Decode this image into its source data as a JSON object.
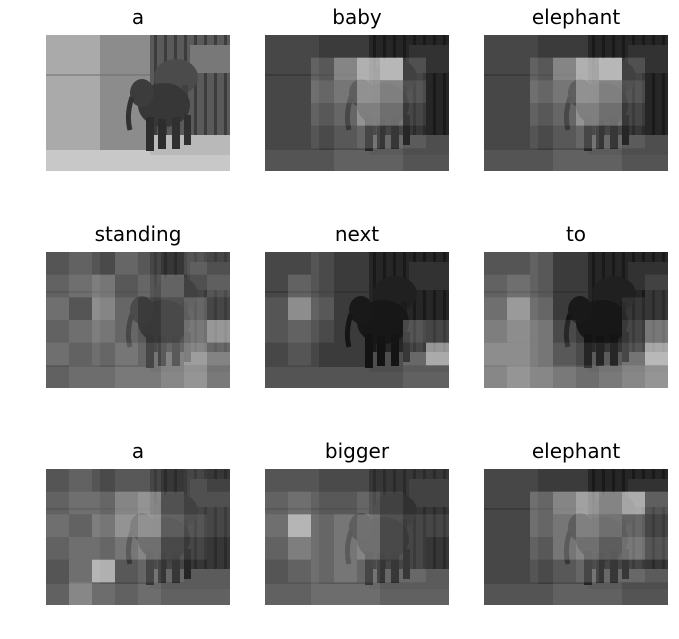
{
  "figure": {
    "panels": [
      {
        "word": "a",
        "image": "elephant-photo",
        "attention": "none"
      },
      {
        "word": "baby",
        "image": "elephant-photo",
        "attention": "center"
      },
      {
        "word": "elephant",
        "image": "elephant-photo",
        "attention": "center"
      },
      {
        "word": "standing",
        "image": "elephant-photo",
        "attention": "scattered"
      },
      {
        "word": "next",
        "image": "elephant-photo",
        "attention": "left-right-edges"
      },
      {
        "word": "to",
        "image": "elephant-photo",
        "attention": "background"
      },
      {
        "word": "a",
        "image": "elephant-photo",
        "attention": "center-scattered"
      },
      {
        "word": "bigger",
        "image": "elephant-photo",
        "attention": "left-center"
      },
      {
        "word": "elephant",
        "image": "elephant-photo",
        "attention": "center-elephant"
      }
    ]
  }
}
